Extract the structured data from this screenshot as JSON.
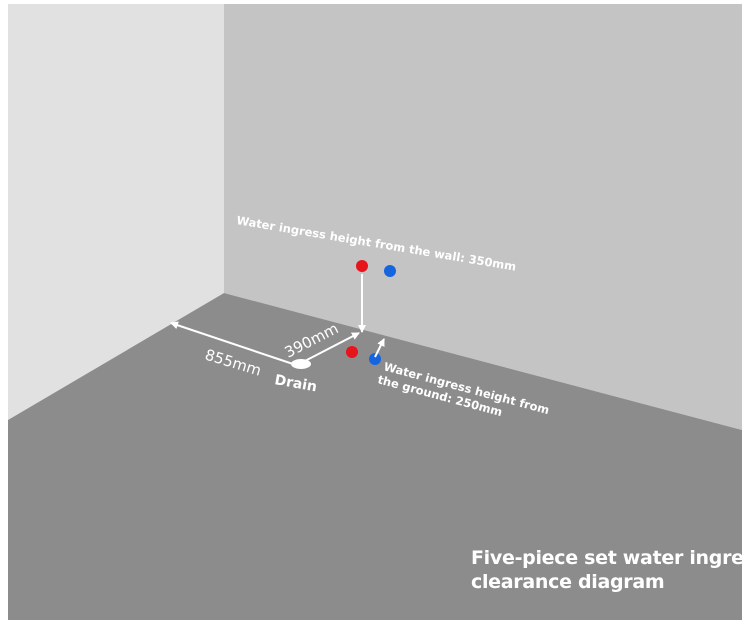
{
  "labels": {
    "wall_height": "Water ingress height from the wall: 350mm",
    "ground_height_line1": "Water ingress height from",
    "ground_height_line2": "the ground: 250mm",
    "dist_855": "855mm",
    "dist_390": "390mm",
    "drain": "Drain"
  },
  "caption": {
    "line1": "Five-piece set water ingress",
    "line2": "clearance diagram"
  },
  "colors": {
    "hot": "#e8141c",
    "cold": "#1565e0",
    "floor": "#8c8c8c",
    "back_wall": "#c4c4c4",
    "left_wall": "#e1e1e1",
    "text": "#ffffff"
  }
}
